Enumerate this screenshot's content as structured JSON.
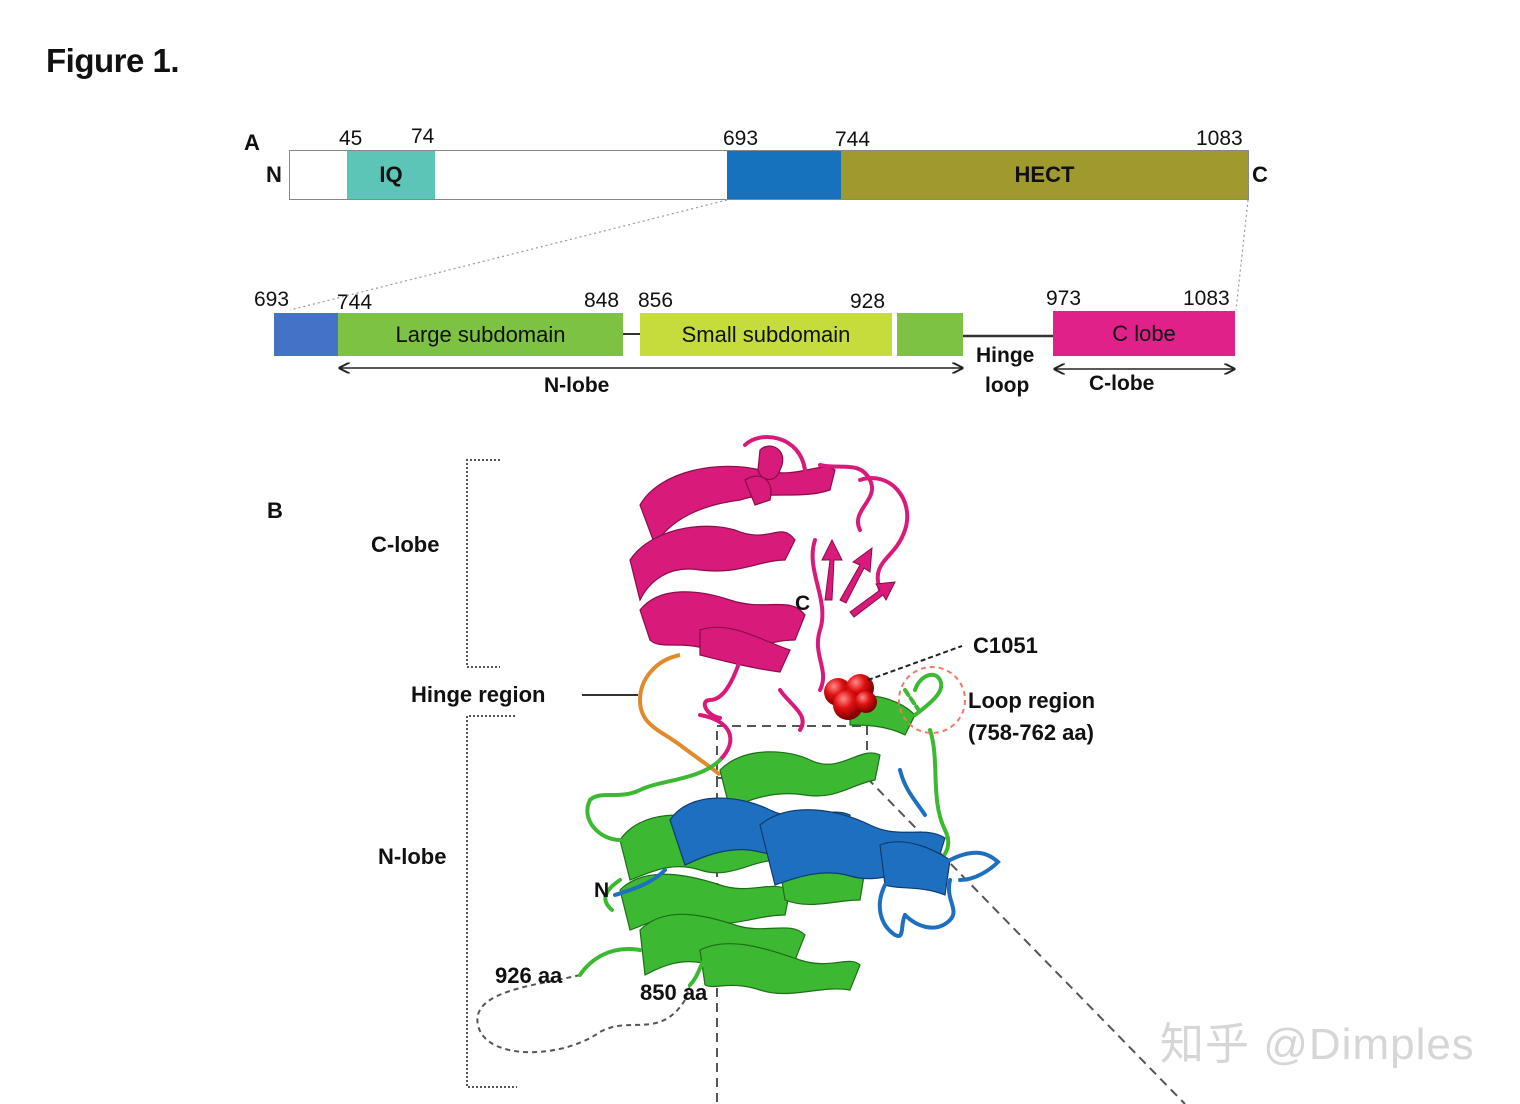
{
  "figure_title": "Figure 1.",
  "panel_a": {
    "letter": "A",
    "n_term": "N",
    "c_term": "C",
    "iq_label": "IQ",
    "hect_label": "HECT",
    "pos_45": "45",
    "pos_74": "74",
    "pos_693": "693",
    "pos_744": "744",
    "pos_1083": "1083",
    "zoom_pos_693": "693",
    "zoom_pos_744": "744",
    "pos_848": "848",
    "pos_856": "856",
    "pos_928": "928",
    "pos_973": "973",
    "zoom_pos_1083": "1083",
    "large_subdomain": "Large subdomain",
    "small_subdomain": "Small subdomain",
    "c_lobe_box": "C lobe",
    "n_lobe_label": "N-lobe",
    "hinge_line1": "Hinge",
    "hinge_line2": "loop",
    "c_lobe_label": "C-lobe"
  },
  "panel_b": {
    "letter": "B",
    "c_lobe": "C-lobe",
    "hinge_region": "Hinge region",
    "n_lobe": "N-lobe",
    "c_term": "C",
    "n_term": "N",
    "c1051": "C1051",
    "loop_line1": "Loop region",
    "loop_line2": "(758-762 aa)",
    "aa_926": "926 aa",
    "aa_850": "850 aa"
  },
  "colors": {
    "iq": "#5cc5b8",
    "blue_domain": "#1672bc",
    "hect": "#a09a2e",
    "zoom_blue": "#4472c4",
    "large_sub": "#7dc242",
    "small_sub": "#c6dc3c",
    "c_lobe": "#e0218a",
    "protein_pink": "#d81b7a",
    "protein_green": "#3cb832",
    "protein_blue": "#1f6fc0",
    "hinge_orange": "#e08a2c",
    "sphere_red": "#e01010"
  },
  "watermark": "知乎 @Dimples"
}
